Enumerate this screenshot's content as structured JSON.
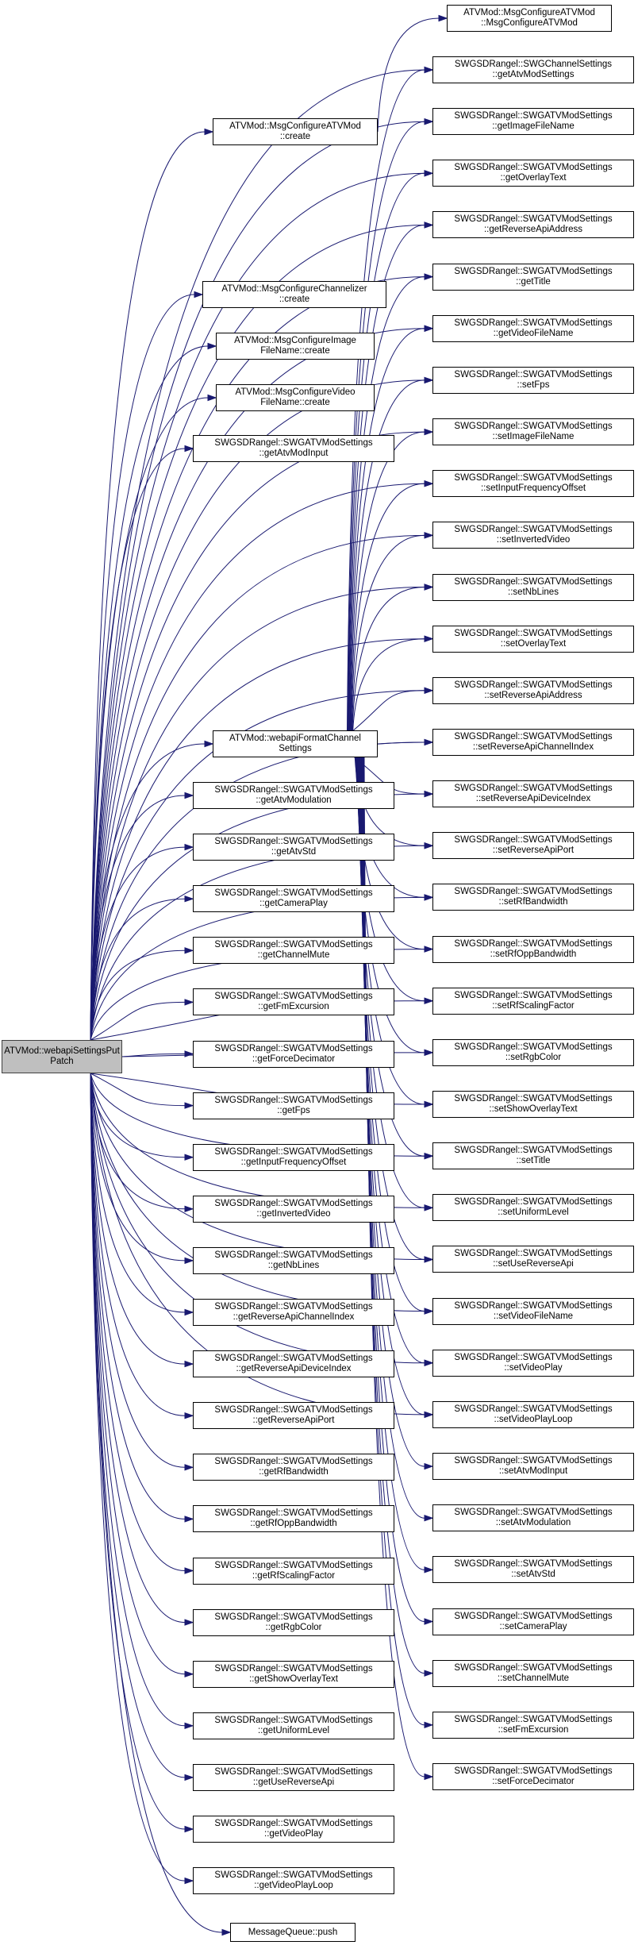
{
  "colors": {
    "edge": "#191970",
    "root_fill": "#bfbfbf",
    "node_fill": "#ffffff",
    "border": "#000000"
  },
  "nodes": [
    {
      "id": "root",
      "lines": [
        "ATVMod::webapiSettingsPut",
        "Patch"
      ]
    },
    {
      "id": "msgcfg_create",
      "lines": [
        "ATVMod::MsgConfigureATVMod",
        "::create"
      ]
    },
    {
      "id": "msgchan_create",
      "lines": [
        "ATVMod::MsgConfigureChannelizer",
        "::create"
      ]
    },
    {
      "id": "msgimg_create",
      "lines": [
        "ATVMod::MsgConfigureImage",
        "FileName::create"
      ]
    },
    {
      "id": "msgvid_create",
      "lines": [
        "ATVMod::MsgConfigureVideo",
        "FileName::create"
      ]
    },
    {
      "id": "getAtvModInput",
      "lines": [
        "SWGSDRangel::SWGATVModSettings",
        "::getAtvModInput"
      ]
    },
    {
      "id": "formatChannel",
      "lines": [
        "ATVMod::webapiFormatChannel",
        "Settings"
      ]
    },
    {
      "id": "getAtvModulation",
      "lines": [
        "SWGSDRangel::SWGATVModSettings",
        "::getAtvModulation"
      ]
    },
    {
      "id": "getAtvStd",
      "lines": [
        "SWGSDRangel::SWGATVModSettings",
        "::getAtvStd"
      ]
    },
    {
      "id": "getCameraPlay",
      "lines": [
        "SWGSDRangel::SWGATVModSettings",
        "::getCameraPlay"
      ]
    },
    {
      "id": "getChannelMute",
      "lines": [
        "SWGSDRangel::SWGATVModSettings",
        "::getChannelMute"
      ]
    },
    {
      "id": "getFmExcursion",
      "lines": [
        "SWGSDRangel::SWGATVModSettings",
        "::getFmExcursion"
      ]
    },
    {
      "id": "getForceDecimator",
      "lines": [
        "SWGSDRangel::SWGATVModSettings",
        "::getForceDecimator"
      ]
    },
    {
      "id": "getFps",
      "lines": [
        "SWGSDRangel::SWGATVModSettings",
        "::getFps"
      ]
    },
    {
      "id": "getInputFrequencyOffset",
      "lines": [
        "SWGSDRangel::SWGATVModSettings",
        "::getInputFrequencyOffset"
      ]
    },
    {
      "id": "getInvertedVideo",
      "lines": [
        "SWGSDRangel::SWGATVModSettings",
        "::getInvertedVideo"
      ]
    },
    {
      "id": "getNbLines",
      "lines": [
        "SWGSDRangel::SWGATVModSettings",
        "::getNbLines"
      ]
    },
    {
      "id": "getReverseApiChannelIndex",
      "lines": [
        "SWGSDRangel::SWGATVModSettings",
        "::getReverseApiChannelIndex"
      ]
    },
    {
      "id": "getReverseApiDeviceIndex",
      "lines": [
        "SWGSDRangel::SWGATVModSettings",
        "::getReverseApiDeviceIndex"
      ]
    },
    {
      "id": "getReverseApiPort",
      "lines": [
        "SWGSDRangel::SWGATVModSettings",
        "::getReverseApiPort"
      ]
    },
    {
      "id": "getRfBandwidth",
      "lines": [
        "SWGSDRangel::SWGATVModSettings",
        "::getRfBandwidth"
      ]
    },
    {
      "id": "getRfOppBandwidth",
      "lines": [
        "SWGSDRangel::SWGATVModSettings",
        "::getRfOppBandwidth"
      ]
    },
    {
      "id": "getRfScalingFactor",
      "lines": [
        "SWGSDRangel::SWGATVModSettings",
        "::getRfScalingFactor"
      ]
    },
    {
      "id": "getRgbColor",
      "lines": [
        "SWGSDRangel::SWGATVModSettings",
        "::getRgbColor"
      ]
    },
    {
      "id": "getShowOverlayText",
      "lines": [
        "SWGSDRangel::SWGATVModSettings",
        "::getShowOverlayText"
      ]
    },
    {
      "id": "getUniformLevel",
      "lines": [
        "SWGSDRangel::SWGATVModSettings",
        "::getUniformLevel"
      ]
    },
    {
      "id": "getUseReverseApi",
      "lines": [
        "SWGSDRangel::SWGATVModSettings",
        "::getUseReverseApi"
      ]
    },
    {
      "id": "getVideoPlay",
      "lines": [
        "SWGSDRangel::SWGATVModSettings",
        "::getVideoPlay"
      ]
    },
    {
      "id": "getVideoPlayLoop",
      "lines": [
        "SWGSDRangel::SWGATVModSettings",
        "::getVideoPlayLoop"
      ]
    },
    {
      "id": "messageQueuePush",
      "lines": [
        "MessageQueue::push"
      ]
    },
    {
      "id": "msgcfg_ctor",
      "lines": [
        "ATVMod::MsgConfigureATVMod",
        "::MsgConfigureATVMod"
      ]
    },
    {
      "id": "getAtvModSettings",
      "lines": [
        "SWGSDRangel::SWGChannelSettings",
        "::getAtvModSettings"
      ]
    },
    {
      "id": "getImageFileName",
      "lines": [
        "SWGSDRangel::SWGATVModSettings",
        "::getImageFileName"
      ]
    },
    {
      "id": "getOverlayText",
      "lines": [
        "SWGSDRangel::SWGATVModSettings",
        "::getOverlayText"
      ]
    },
    {
      "id": "getReverseApiAddress",
      "lines": [
        "SWGSDRangel::SWGATVModSettings",
        "::getReverseApiAddress"
      ]
    },
    {
      "id": "getTitle",
      "lines": [
        "SWGSDRangel::SWGATVModSettings",
        "::getTitle"
      ]
    },
    {
      "id": "getVideoFileName",
      "lines": [
        "SWGSDRangel::SWGATVModSettings",
        "::getVideoFileName"
      ]
    },
    {
      "id": "setFps",
      "lines": [
        "SWGSDRangel::SWGATVModSettings",
        "::setFps"
      ]
    },
    {
      "id": "setImageFileName",
      "lines": [
        "SWGSDRangel::SWGATVModSettings",
        "::setImageFileName"
      ]
    },
    {
      "id": "setInputFrequencyOffset",
      "lines": [
        "SWGSDRangel::SWGATVModSettings",
        "::setInputFrequencyOffset"
      ]
    },
    {
      "id": "setInvertedVideo",
      "lines": [
        "SWGSDRangel::SWGATVModSettings",
        "::setInvertedVideo"
      ]
    },
    {
      "id": "setNbLines",
      "lines": [
        "SWGSDRangel::SWGATVModSettings",
        "::setNbLines"
      ]
    },
    {
      "id": "setOverlayText",
      "lines": [
        "SWGSDRangel::SWGATVModSettings",
        "::setOverlayText"
      ]
    },
    {
      "id": "setReverseApiAddress",
      "lines": [
        "SWGSDRangel::SWGATVModSettings",
        "::setReverseApiAddress"
      ]
    },
    {
      "id": "setReverseApiChannelIndex",
      "lines": [
        "SWGSDRangel::SWGATVModSettings",
        "::setReverseApiChannelIndex"
      ]
    },
    {
      "id": "setReverseApiDeviceIndex",
      "lines": [
        "SWGSDRangel::SWGATVModSettings",
        "::setReverseApiDeviceIndex"
      ]
    },
    {
      "id": "setReverseApiPort",
      "lines": [
        "SWGSDRangel::SWGATVModSettings",
        "::setReverseApiPort"
      ]
    },
    {
      "id": "setRfBandwidth",
      "lines": [
        "SWGSDRangel::SWGATVModSettings",
        "::setRfBandwidth"
      ]
    },
    {
      "id": "setRfOppBandwidth",
      "lines": [
        "SWGSDRangel::SWGATVModSettings",
        "::setRfOppBandwidth"
      ]
    },
    {
      "id": "setRfScalingFactor",
      "lines": [
        "SWGSDRangel::SWGATVModSettings",
        "::setRfScalingFactor"
      ]
    },
    {
      "id": "setRgbColor",
      "lines": [
        "SWGSDRangel::SWGATVModSettings",
        "::setRgbColor"
      ]
    },
    {
      "id": "setShowOverlayText",
      "lines": [
        "SWGSDRangel::SWGATVModSettings",
        "::setShowOverlayText"
      ]
    },
    {
      "id": "setTitle",
      "lines": [
        "SWGSDRangel::SWGATVModSettings",
        "::setTitle"
      ]
    },
    {
      "id": "setUniformLevel",
      "lines": [
        "SWGSDRangel::SWGATVModSettings",
        "::setUniformLevel"
      ]
    },
    {
      "id": "setUseReverseApi",
      "lines": [
        "SWGSDRangel::SWGATVModSettings",
        "::setUseReverseApi"
      ]
    },
    {
      "id": "setVideoFileName",
      "lines": [
        "SWGSDRangel::SWGATVModSettings",
        "::setVideoFileName"
      ]
    },
    {
      "id": "setVideoPlay",
      "lines": [
        "SWGSDRangel::SWGATVModSettings",
        "::setVideoPlay"
      ]
    },
    {
      "id": "setVideoPlayLoop",
      "lines": [
        "SWGSDRangel::SWGATVModSettings",
        "::setVideoPlayLoop"
      ]
    },
    {
      "id": "setAtvModInput",
      "lines": [
        "SWGSDRangel::SWGATVModSettings",
        "::setAtvModInput"
      ]
    },
    {
      "id": "setAtvModulation",
      "lines": [
        "SWGSDRangel::SWGATVModSettings",
        "::setAtvModulation"
      ]
    },
    {
      "id": "setAtvStd",
      "lines": [
        "SWGSDRangel::SWGATVModSettings",
        "::setAtvStd"
      ]
    },
    {
      "id": "setCameraPlay",
      "lines": [
        "SWGSDRangel::SWGATVModSettings",
        "::setCameraPlay"
      ]
    },
    {
      "id": "setChannelMute",
      "lines": [
        "SWGSDRangel::SWGATVModSettings",
        "::setChannelMute"
      ]
    },
    {
      "id": "setFmExcursion",
      "lines": [
        "SWGSDRangel::SWGATVModSettings",
        "::setFmExcursion"
      ]
    },
    {
      "id": "setForceDecimator",
      "lines": [
        "SWGSDRangel::SWGATVModSettings",
        "::setForceDecimator"
      ]
    }
  ],
  "edges": [
    [
      "root",
      "msgcfg_create"
    ],
    [
      "root",
      "msgchan_create"
    ],
    [
      "root",
      "msgimg_create"
    ],
    [
      "root",
      "msgvid_create"
    ],
    [
      "root",
      "getAtvModInput"
    ],
    [
      "root",
      "formatChannel"
    ],
    [
      "root",
      "getAtvModulation"
    ],
    [
      "root",
      "getAtvStd"
    ],
    [
      "root",
      "getCameraPlay"
    ],
    [
      "root",
      "getChannelMute"
    ],
    [
      "root",
      "getFmExcursion"
    ],
    [
      "root",
      "getForceDecimator"
    ],
    [
      "root",
      "getFps"
    ],
    [
      "root",
      "getInputFrequencyOffset"
    ],
    [
      "root",
      "getInvertedVideo"
    ],
    [
      "root",
      "getNbLines"
    ],
    [
      "root",
      "getReverseApiChannelIndex"
    ],
    [
      "root",
      "getReverseApiDeviceIndex"
    ],
    [
      "root",
      "getReverseApiPort"
    ],
    [
      "root",
      "getRfBandwidth"
    ],
    [
      "root",
      "getRfOppBandwidth"
    ],
    [
      "root",
      "getRfScalingFactor"
    ],
    [
      "root",
      "getRgbColor"
    ],
    [
      "root",
      "getShowOverlayText"
    ],
    [
      "root",
      "getUniformLevel"
    ],
    [
      "root",
      "getUseReverseApi"
    ],
    [
      "root",
      "getVideoPlay"
    ],
    [
      "root",
      "getVideoPlayLoop"
    ],
    [
      "root",
      "messageQueuePush"
    ],
    [
      "root",
      "getAtvModSettings"
    ],
    [
      "root",
      "getImageFileName"
    ],
    [
      "root",
      "getOverlayText"
    ],
    [
      "root",
      "getReverseApiAddress"
    ],
    [
      "root",
      "getTitle"
    ],
    [
      "root",
      "getVideoFileName"
    ],
    [
      "root",
      "setFps"
    ],
    [
      "root",
      "setImageFileName"
    ],
    [
      "root",
      "setInputFrequencyOffset"
    ],
    [
      "root",
      "setInvertedVideo"
    ],
    [
      "root",
      "setNbLines"
    ],
    [
      "root",
      "setOverlayText"
    ],
    [
      "root",
      "setReverseApiAddress"
    ],
    [
      "root",
      "setReverseApiChannelIndex"
    ],
    [
      "root",
      "setReverseApiDeviceIndex"
    ],
    [
      "root",
      "setReverseApiPort"
    ],
    [
      "root",
      "setRfBandwidth"
    ],
    [
      "root",
      "setRfOppBandwidth"
    ],
    [
      "root",
      "setRfScalingFactor"
    ],
    [
      "root",
      "setRgbColor"
    ],
    [
      "root",
      "setShowOverlayText"
    ],
    [
      "root",
      "setTitle"
    ],
    [
      "root",
      "setUniformLevel"
    ],
    [
      "root",
      "setUseReverseApi"
    ],
    [
      "root",
      "setVideoFileName"
    ],
    [
      "root",
      "setVideoPlay"
    ],
    [
      "root",
      "setVideoPlayLoop"
    ],
    [
      "msgcfg_create",
      "msgcfg_ctor"
    ],
    [
      "formatChannel",
      "getAtvModSettings"
    ],
    [
      "formatChannel",
      "getImageFileName"
    ],
    [
      "formatChannel",
      "getOverlayText"
    ],
    [
      "formatChannel",
      "getReverseApiAddress"
    ],
    [
      "formatChannel",
      "getTitle"
    ],
    [
      "formatChannel",
      "getVideoFileName"
    ],
    [
      "formatChannel",
      "setFps"
    ],
    [
      "formatChannel",
      "setImageFileName"
    ],
    [
      "formatChannel",
      "setInputFrequencyOffset"
    ],
    [
      "formatChannel",
      "setInvertedVideo"
    ],
    [
      "formatChannel",
      "setNbLines"
    ],
    [
      "formatChannel",
      "setOverlayText"
    ],
    [
      "formatChannel",
      "setReverseApiAddress"
    ],
    [
      "formatChannel",
      "setReverseApiChannelIndex"
    ],
    [
      "formatChannel",
      "setReverseApiDeviceIndex"
    ],
    [
      "formatChannel",
      "setReverseApiPort"
    ],
    [
      "formatChannel",
      "setRfBandwidth"
    ],
    [
      "formatChannel",
      "setRfOppBandwidth"
    ],
    [
      "formatChannel",
      "setRfScalingFactor"
    ],
    [
      "formatChannel",
      "setRgbColor"
    ],
    [
      "formatChannel",
      "setShowOverlayText"
    ],
    [
      "formatChannel",
      "setTitle"
    ],
    [
      "formatChannel",
      "setUniformLevel"
    ],
    [
      "formatChannel",
      "setUseReverseApi"
    ],
    [
      "formatChannel",
      "setVideoFileName"
    ],
    [
      "formatChannel",
      "setVideoPlay"
    ],
    [
      "formatChannel",
      "setVideoPlayLoop"
    ],
    [
      "formatChannel",
      "setAtvModInput"
    ],
    [
      "formatChannel",
      "setAtvModulation"
    ],
    [
      "formatChannel",
      "setAtvStd"
    ],
    [
      "formatChannel",
      "setCameraPlay"
    ],
    [
      "formatChannel",
      "setChannelMute"
    ],
    [
      "formatChannel",
      "setFmExcursion"
    ],
    [
      "formatChannel",
      "setForceDecimator"
    ]
  ]
}
